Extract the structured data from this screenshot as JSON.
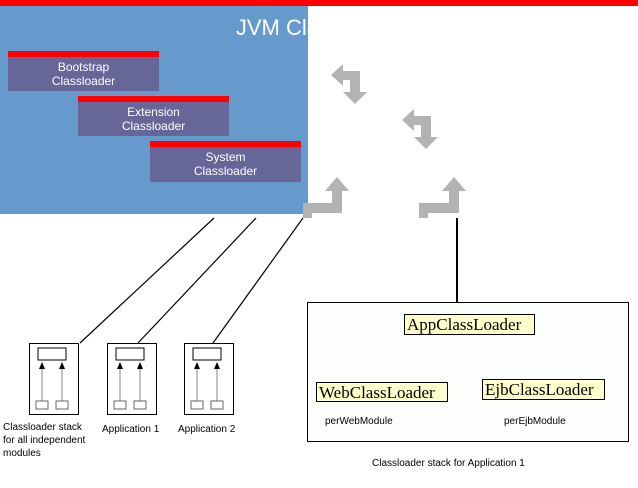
{
  "jvm": {
    "title": "JVM Classholder",
    "loaders": [
      {
        "line1": "Bootstrap",
        "line2": "Classloader"
      },
      {
        "line1": "Extension",
        "line2": "Classloader"
      },
      {
        "line1": "System",
        "line2": "Classloader"
      }
    ]
  },
  "stacks": [
    {
      "caption_lines": [
        "Classloader stack",
        "for all independent",
        "modules"
      ]
    },
    {
      "caption_lines": [
        "Application 1"
      ]
    },
    {
      "caption_lines": [
        "Application 2"
      ]
    }
  ],
  "app1": {
    "app_loader": "AppClassLoader",
    "web_loader": "WebClassLoader",
    "ejb_loader": "EjbClassLoader",
    "web_scope": "perWebModule",
    "ejb_scope": "perEjbModule",
    "caption": "Classloader stack for Application 1"
  },
  "colors": {
    "jvm_bg": "#6699cc",
    "loader_bg": "#666699",
    "accent_red": "#ff0000",
    "arrow_gray": "#b3b3b3",
    "label_yellow": "#ffffcc"
  }
}
